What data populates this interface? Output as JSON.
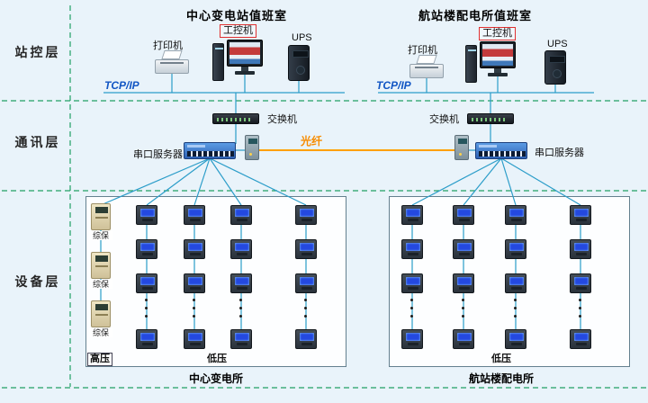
{
  "layers": {
    "station_control": "站控层",
    "communication": "通讯层",
    "device": "设备层"
  },
  "fiber_label": "光纤",
  "left_room": {
    "title": "中心变电站值班室",
    "printer": "打印机",
    "pc": "工控机",
    "ups": "UPS",
    "tcpip": "TCP/IP",
    "switch": "交换机",
    "serial_server": "串口服务器"
  },
  "right_room": {
    "title": "航站楼配电所值班室",
    "printer": "打印机",
    "pc": "工控机",
    "ups": "UPS",
    "tcpip": "TCP/IP",
    "switch": "交换机",
    "serial_server": "串口服务器"
  },
  "left_area": {
    "caption": "中心变电所",
    "hv": "高压",
    "lv": "低压",
    "protection": "综保",
    "protection_count": 3,
    "meter_columns": 4,
    "meter_rows_visible": 3
  },
  "right_area": {
    "caption": "航站楼配电所",
    "lv": "低压",
    "meter_columns": 4,
    "meter_rows_visible": 3
  },
  "colors": {
    "separator_green": "#21a064",
    "wire_blue": "#2b9dc9",
    "fiber_orange": "#ffa000",
    "tcpip_blue": "#1256c4"
  }
}
